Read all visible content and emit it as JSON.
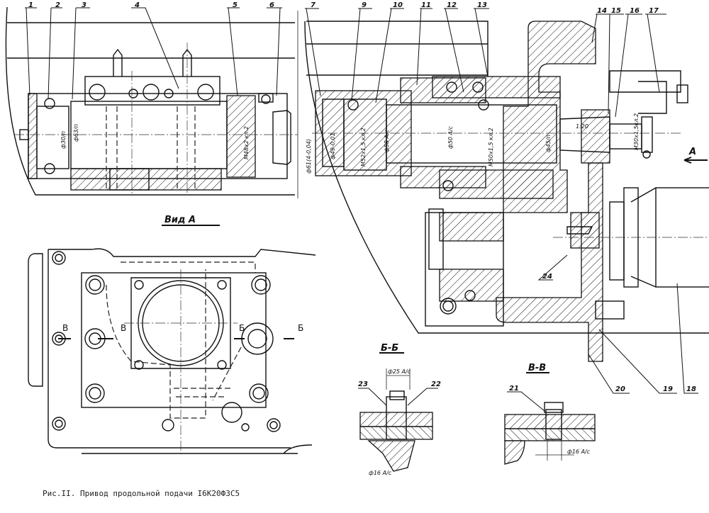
{
  "caption": "Рис.II. Привод продольной подачи I6К20Ф3С5",
  "view_title": "Вид А",
  "view_arrow_label": "А",
  "sections": [
    {
      "id": "b-b",
      "title": "Б-Б",
      "dimension": "ф25 А/с",
      "dimension_bottom": "ф16 А/с"
    },
    {
      "id": "v-v",
      "title": "В-В",
      "dimension": "ф16 А/с"
    }
  ],
  "section_marks": {
    "b": "Б",
    "v": "В"
  },
  "callouts": [
    "1",
    "2",
    "3",
    "4",
    "5",
    "6",
    "7",
    "9",
    "10",
    "11",
    "12",
    "13",
    "14",
    "15",
    "16",
    "17",
    "18",
    "19",
    "20",
    "21",
    "22",
    "23",
    "24"
  ],
  "dimensions_left_assembly": [
    "ф30/п",
    "ф63/п",
    "M48х2 кл.2"
  ],
  "dimensions_main_shaft": [
    "ф61(4-0,04)",
    "ф49-0,01",
    "M52х1,5 кл.2",
    "ф58 А/с",
    "ф50 А/с",
    "M50х1,5 кл.2",
    "ф45/п"
  ],
  "dimensions_right": [
    "1:20",
    "M30х1,5кл.2"
  ]
}
